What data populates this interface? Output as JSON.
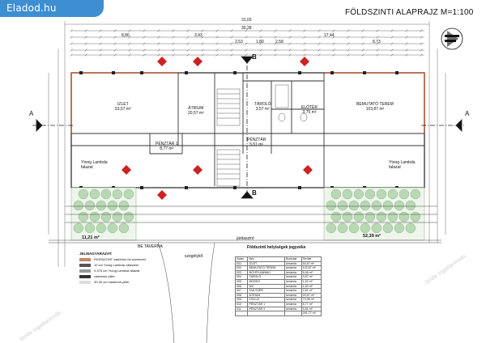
{
  "brand": {
    "label": "Eladod.hu",
    "color": "#3d8fd1"
  },
  "title": "FÖLDSZINTI ALAPRAJZ M=1:100",
  "section_marks": {
    "a": "A",
    "b": "B"
  },
  "dimensions_top": [
    "31,03",
    "30,28",
    "8,86",
    "3,43",
    "17,44",
    "2,53",
    "1,80",
    "2,58",
    "8,73"
  ],
  "rooms": [
    {
      "label": "IZLET",
      "area": "53,57 m²"
    },
    {
      "label": "ÁTRIUM",
      "area": "20,57 m²"
    },
    {
      "label": "TÁROLÓ",
      "area": "3,57 m²"
    },
    {
      "label": "ELŐTÉR",
      "area": "3,75 m²"
    },
    {
      "label": "BEMUTATÓ TEREM",
      "area": "103,87 m²"
    },
    {
      "label": "PÉNZTÁR 1",
      "area": "8,77 m²"
    },
    {
      "label": "PÉNZTÁR",
      "area": "5,51 m²"
    }
  ],
  "terrace_labels": {
    "left": "Ytong Lambda falazat",
    "right": "Ytong Lambda falazat"
  },
  "garden_areas": {
    "left": "11,21 m²",
    "right": "52,39 m²"
  },
  "street_labels": [
    "járdaszint",
    "BE TAVERNA",
    "szegélykő"
  ],
  "legend": {
    "heading": "JELMAGYARÁZAT:",
    "items": [
      {
        "color": "#c8846a",
        "text": "RIGPAZONT vasbeton fal szerkezet"
      },
      {
        "color": "#555555",
        "text": "10 cm Ytong Lambda válaszfal"
      },
      {
        "color": "#999999",
        "text": "0,375 cm Ytong Lambda falazat"
      },
      {
        "color": "#333333",
        "text": "vasbeton pillér"
      },
      {
        "color": "#dddddd",
        "text": "30-30 cm vasbeton pillér"
      }
    ]
  },
  "room_table": {
    "title": "Földszinti helyiségek jegyzéke",
    "headers": [
      "Szám",
      "Név",
      "Burkolat",
      "Terület"
    ],
    "rows": [
      [
        "001",
        "IZLET",
        "kerámia",
        "53,57 m²"
      ],
      [
        "002",
        "BEMUTATÓ TEREM",
        "kerámia",
        "103,87 m²"
      ],
      [
        "003",
        "NŐI ÉS ANNAKI",
        "kerámia",
        "5,46 m²"
      ],
      [
        "004",
        "TÁROLÓ",
        "kerámia",
        "3,57 m²"
      ],
      [
        "005",
        "MOSDÓ",
        "kerámia",
        "1,51 m²"
      ],
      [
        "006",
        "WC",
        "kerámia",
        "1,40 m²"
      ],
      [
        "007",
        "TAK.SZER.",
        "kerámia",
        "2,61 m²"
      ],
      [
        "008",
        "ÁTRIUM",
        "kerámia",
        "20,57 m²"
      ],
      [
        "009",
        "CSILLÁ",
        "kerámia",
        "73,06 m²"
      ],
      [
        "010",
        "PÉNZTÁR 1",
        "kerámia",
        "8,77 m²"
      ],
      [
        "011",
        "PÉNZTÁR 2",
        "kerámia",
        "5,51 m²"
      ]
    ],
    "total": "291,77 m²"
  },
  "watermark": "Smile Ingatlaniroda"
}
